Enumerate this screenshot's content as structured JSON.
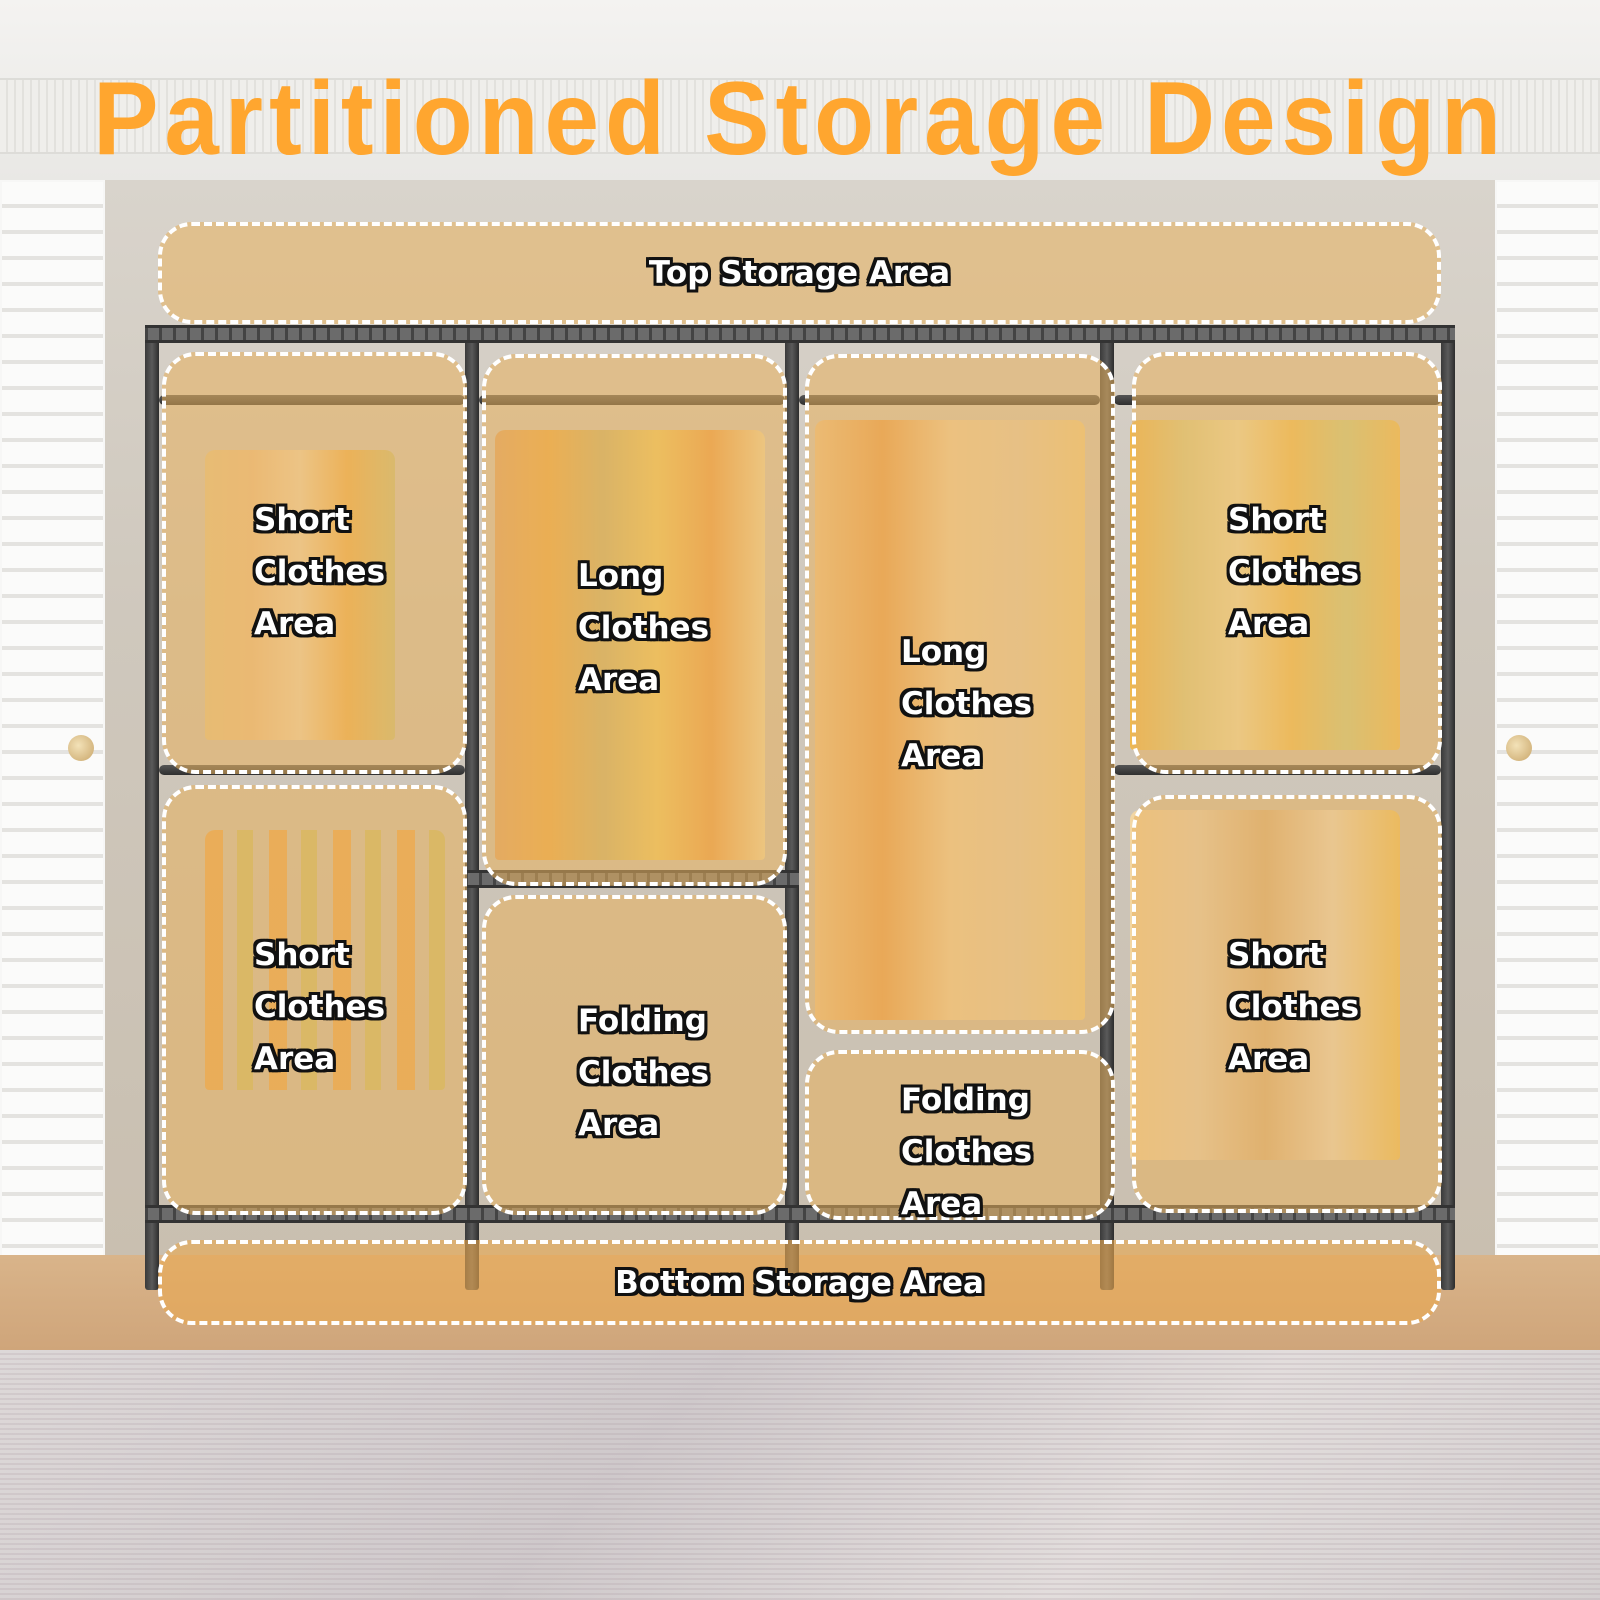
{
  "title": "Partitioned Storage Design",
  "colors": {
    "title": "#ffa62f",
    "zone_border": "#ffffff",
    "zone_tint": "#e8b05c",
    "label_text": "#ffffff",
    "label_outline": "#111111",
    "frame": "#3a3a3a"
  },
  "zones": {
    "top_storage": {
      "label": "Top Storage Area"
    },
    "upper_left_short": {
      "label": "Short\nClothes\nArea"
    },
    "lower_left_short": {
      "label": "Short\nClothes\nArea"
    },
    "center_left_long": {
      "label": "Long\nClothes\nArea"
    },
    "center_left_folding": {
      "label": "Folding\nClothes\nArea"
    },
    "center_right_long": {
      "label": "Long\nClothes\nArea"
    },
    "center_right_folding": {
      "label": "Folding\nClothes\nArea"
    },
    "upper_right_short": {
      "label": "Short\nClothes\nArea"
    },
    "lower_right_short": {
      "label": "Short\nClothes\nArea"
    },
    "bottom_storage": {
      "label": "Bottom Storage Area"
    }
  }
}
